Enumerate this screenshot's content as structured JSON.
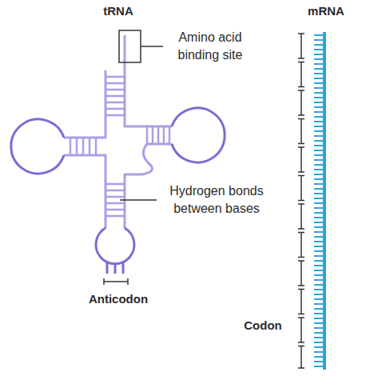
{
  "diagram": {
    "labels": [
      "tRNA",
      "mRNA",
      "Amino acid binding site",
      "Hydrogen bonds between bases",
      "Anticodon",
      "Codon"
    ]
  }
}
